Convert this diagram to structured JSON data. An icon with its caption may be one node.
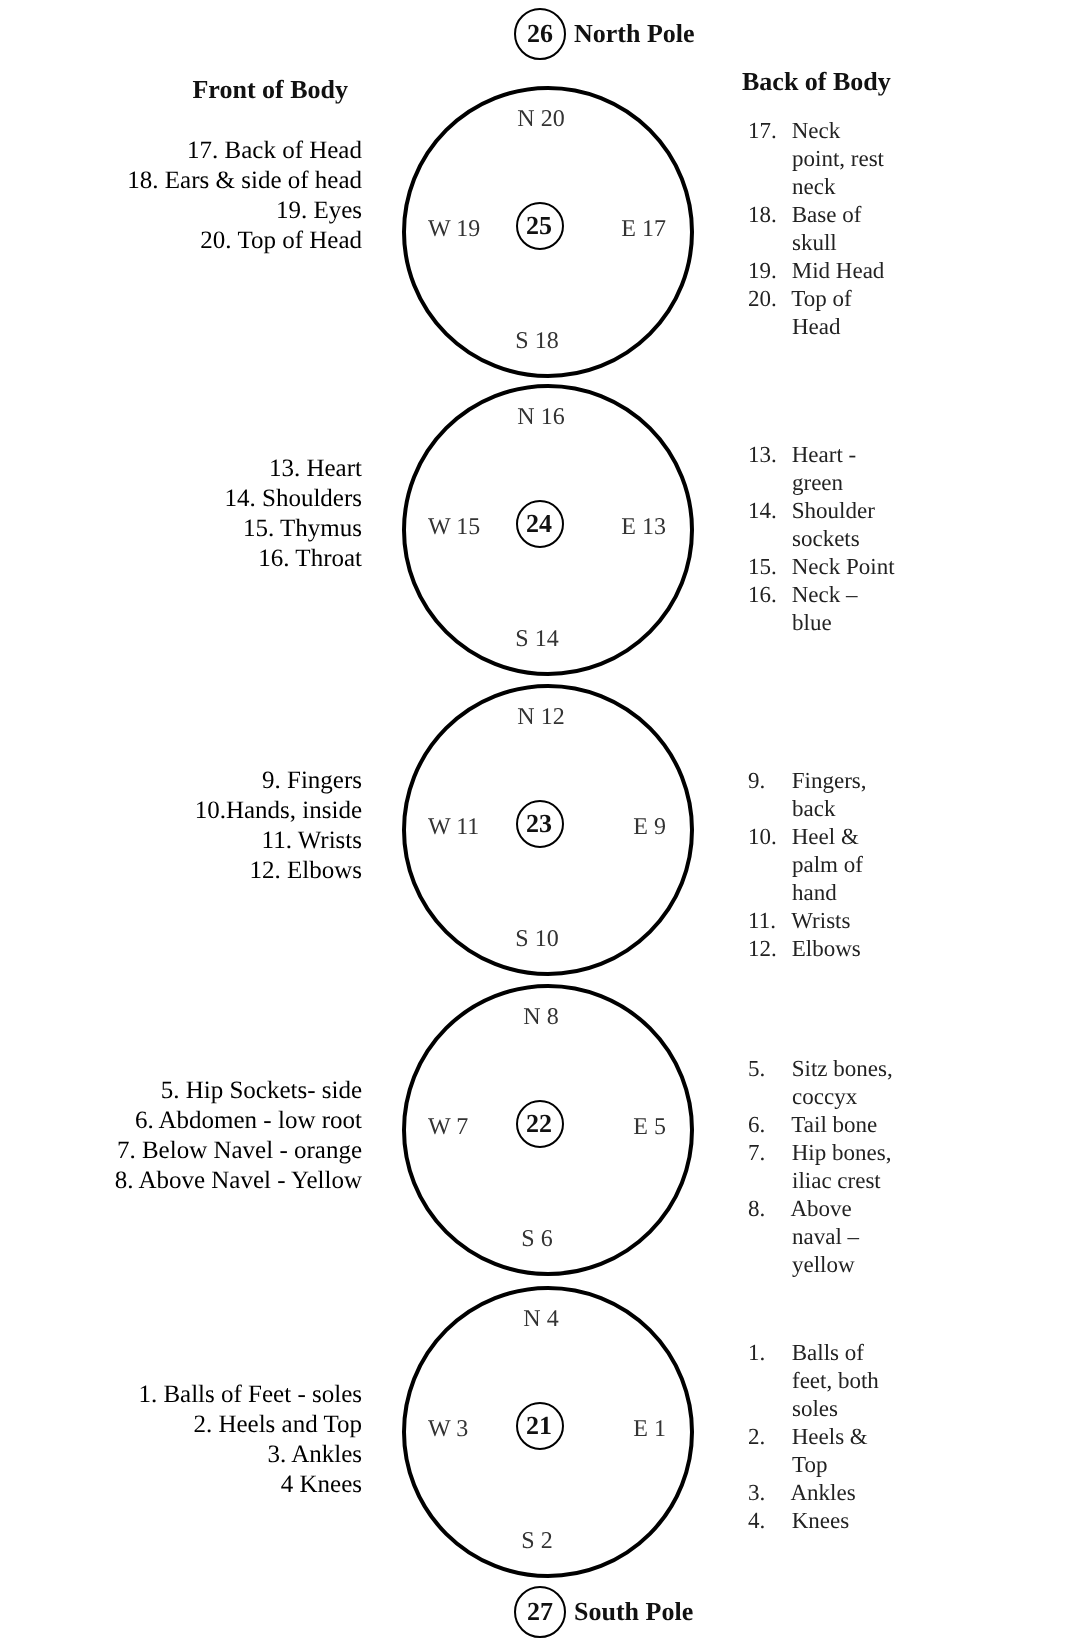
{
  "diagram": {
    "nodes": [
      {
        "text": [
          "26"
        ],
        "beside": [
          "North Pole"
        ]
      },
      {
        "text": [
          "N 20",
          "W 19",
          "E 17",
          "S 18"
        ]
      },
      {
        "text": [
          "25"
        ],
        "in": 1
      },
      {
        "text": [
          "N 16",
          "W 15",
          "E 13",
          "S 14"
        ]
      },
      {
        "text": [
          "24"
        ],
        "in": 3
      },
      {
        "text": [
          "N 12",
          "W 11",
          "E 9",
          "S 10"
        ]
      },
      {
        "text": [
          "23"
        ],
        "in": 5
      },
      {
        "text": [
          "N 8",
          "W 7",
          "E 5",
          "S 6"
        ]
      },
      {
        "text": [
          "22"
        ],
        "in": 7
      },
      {
        "text": [
          "N 4",
          "W 3",
          "E 1",
          "S 2"
        ]
      },
      {
        "text": [
          "21"
        ],
        "in": 9
      },
      {
        "text": [
          "27"
        ],
        "beside": [
          "South Pole"
        ]
      }
    ],
    "labels": [
      "Front of Body",
      "Back of Body",
      "17. Back of Head",
      "18. Ears & side of head",
      "19. Eyes",
      "20. Top of Head",
      "17. Neck point, rest neck",
      "18. Base of skull",
      "19. Mid Head",
      "20. Top of Head",
      "13. Heart",
      "14. Shoulders",
      "15. Thymus",
      "16. Throat",
      "13. Heart - green",
      "14. Shoulder sockets",
      "15. Neck Point",
      "16. Neck – blue",
      "9. Fingers",
      "10.Hands, inside",
      "11. Wrists",
      "12. Elbows",
      "9. Fingers, back",
      "10. Heel & palm of hand",
      "11. Wrists",
      "12. Elbows",
      "5. Hip Sockets- side",
      "6. Abdomen - low root",
      "7. Below Navel - orange",
      "8. Above Navel - Yellow",
      "5. Sitz bones, coccyx",
      "6. Tail bone",
      "7. Hip bones, iliac crest",
      "8. Above naval – yellow",
      "1. Balls of Feet - soles",
      "2. Heels and Top",
      "3. Ankles",
      "4 Knees",
      "1. Balls of feet, both soles",
      "2. Heels & Top",
      "3. Ankles",
      "4. Knees"
    ]
  }
}
